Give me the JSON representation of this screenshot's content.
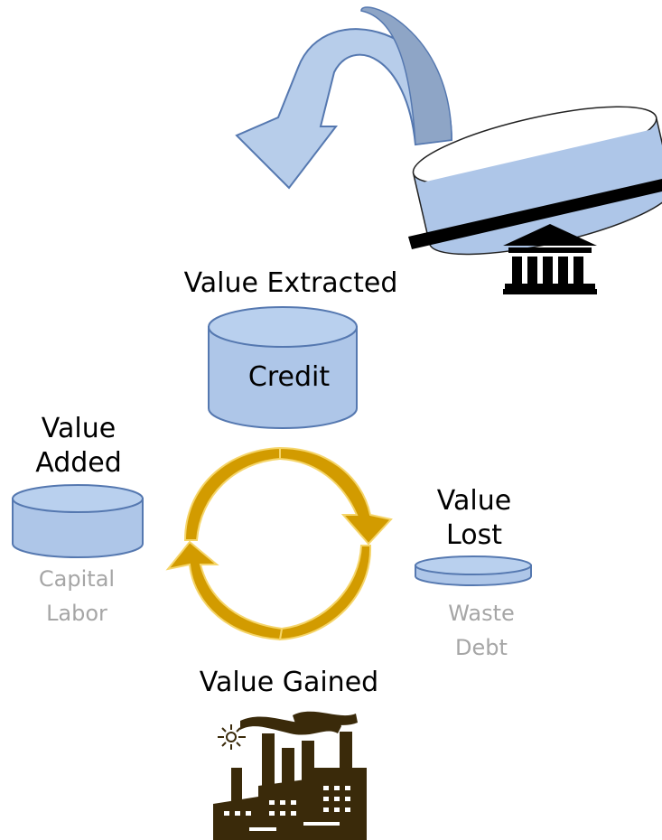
{
  "labels": {
    "value_extracted": "Value Extracted",
    "credit": "Credit",
    "value_added": [
      "Value",
      "Added"
    ],
    "value_lost": [
      "Value",
      "Lost"
    ],
    "value_gained": "Value Gained",
    "added_items": [
      "Capital",
      "Labor"
    ],
    "lost_items": [
      "Waste",
      "Debt"
    ]
  },
  "colors": {
    "cylinder_fill": "#aec6e8",
    "cylinder_stroke": "#5578b0",
    "cycle_arrow": "#d29b00",
    "cycle_arrow_edge": "#f5d56a",
    "swoosh_light": "#b7cdea",
    "swoosh_dark": "#8ea5c6",
    "muted_text": "#a6a6a6"
  },
  "icons": [
    "bank-icon",
    "factory-icon"
  ]
}
